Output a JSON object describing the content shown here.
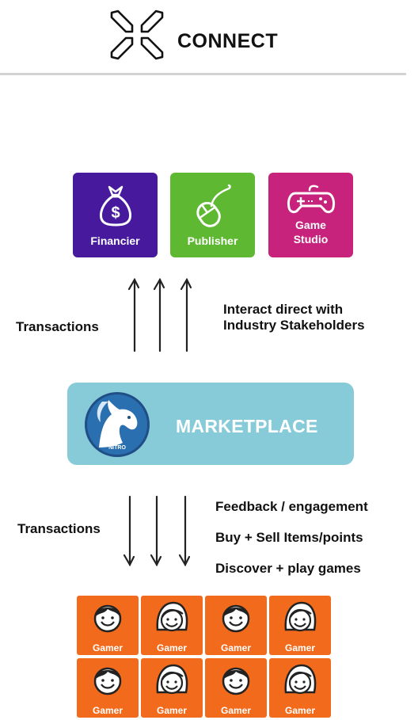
{
  "header": {
    "title": "CONNECT",
    "logo_icon": "compress-arrows-icon"
  },
  "stakeholders": [
    {
      "label": "Financier",
      "icon": "money-bag-icon",
      "color": "#47199c"
    },
    {
      "label": "Publisher",
      "icon": "mouse-icon",
      "color": "#5fb832"
    },
    {
      "label": "Game Studio",
      "line1": "Game",
      "line2": "Studio",
      "icon": "gamepad-icon",
      "color": "#c7237c"
    }
  ],
  "upper_flow": {
    "left_label": "Transactions",
    "right_line1": "Interact direct with",
    "right_line2": "Industry Stakeholders",
    "direction": "up"
  },
  "marketplace": {
    "label": "MARKETPLACE",
    "logo_icon": "nitro-horse-icon",
    "logo_text": "NITRO",
    "color": "#88cbd8"
  },
  "lower_flow": {
    "left_label": "Transactions",
    "right_items": [
      "Feedback / engagement",
      "Buy + Sell Items/points",
      "Discover + play games"
    ],
    "direction": "down"
  },
  "gamers": {
    "label": "Gamer",
    "count": 8,
    "color": "#f26a1b"
  }
}
